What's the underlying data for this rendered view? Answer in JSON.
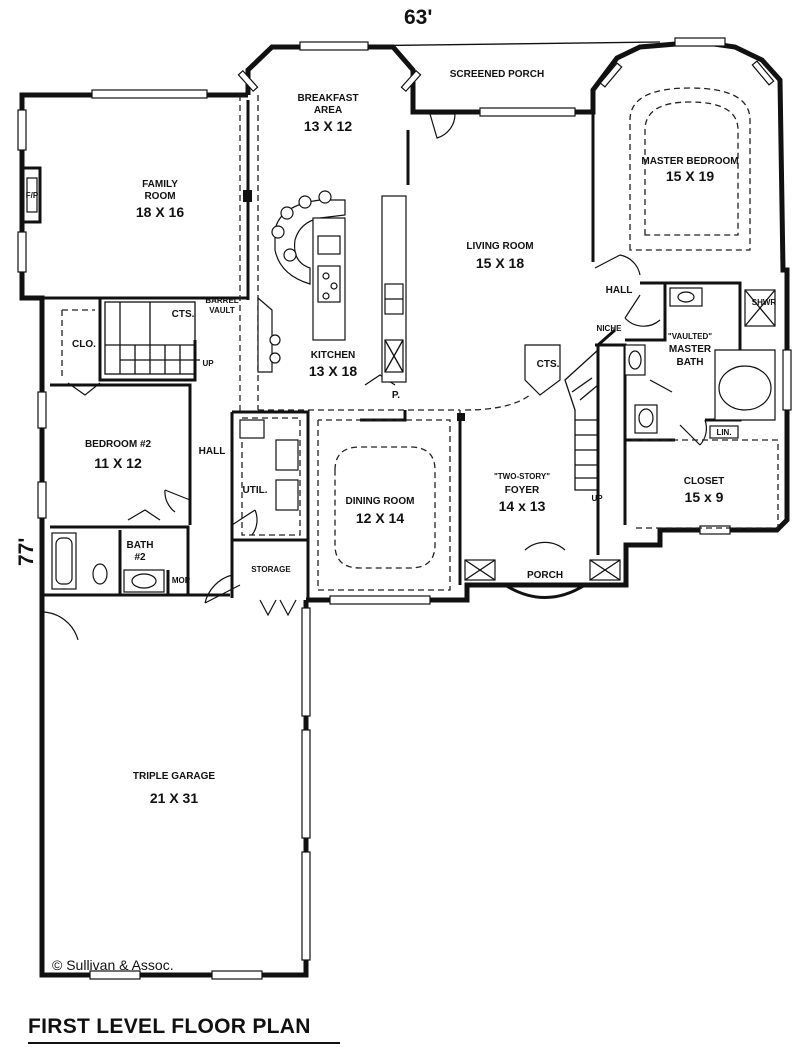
{
  "title": "FIRST LEVEL FLOOR PLAN",
  "dimensions": {
    "width": "63'",
    "depth": "77'"
  },
  "copyright": "© Sullivan & Assoc.",
  "rooms": {
    "screened_porch": {
      "name": "SCREENED PORCH"
    },
    "breakfast": {
      "name1": "BREAKFAST",
      "name2": "AREA",
      "size": "13 X 12"
    },
    "family": {
      "name1": "FAMILY",
      "name2": "ROOM",
      "size": "18 X 16"
    },
    "master_bedroom": {
      "name": "MASTER BEDROOM",
      "size": "15 X 19"
    },
    "living": {
      "name": "LIVING ROOM",
      "size": "15 X 18"
    },
    "kitchen": {
      "name": "KITCHEN",
      "size": "13 X 18"
    },
    "master_bath": {
      "note": "\"VAULTED\"",
      "name1": "MASTER",
      "name2": "BATH"
    },
    "bedroom2": {
      "name": "BEDROOM #2",
      "size": "11 X 12"
    },
    "dining": {
      "name": "DINING ROOM",
      "size": "12 X 14"
    },
    "foyer": {
      "note": "\"TWO-STORY\"",
      "name": "FOYER",
      "size": "14 x 13"
    },
    "closet": {
      "name": "CLOSET",
      "size": "15 x 9"
    },
    "bath2": {
      "name1": "BATH",
      "name2": "#2"
    },
    "garage": {
      "name": "TRIPLE GARAGE",
      "size": "21 X 31"
    }
  },
  "labels": {
    "fp": "F/P",
    "clo": "CLO.",
    "cts1": "CTS.",
    "cts2": "CTS.",
    "barrel1": "BARREL",
    "barrel2": "VAULT",
    "up1": "UP",
    "up2": "UP",
    "hall1": "HALL",
    "hall2": "HALL",
    "util": "UTIL.",
    "pantry": "P.",
    "storage": "STORAGE",
    "mop": "MOP",
    "porch": "PORCH",
    "niche": "NICHE",
    "shwr": "SHWR",
    "lin": "LIN."
  }
}
